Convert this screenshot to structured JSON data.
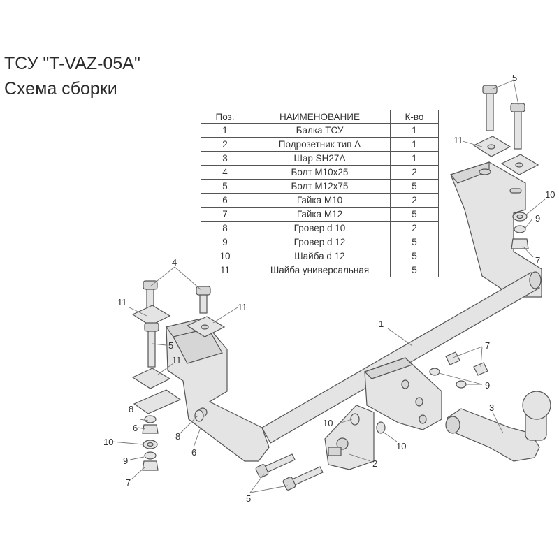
{
  "title": "ТСУ \"T-VAZ-05A\"",
  "subtitle": "Схема сборки",
  "parts_table": {
    "headers": [
      "Поз.",
      "НАИМЕНОВАНИЕ",
      "К-во"
    ],
    "rows": [
      [
        "1",
        "Балка ТСУ",
        "1"
      ],
      [
        "2",
        "Подрозетник тип А",
        "1"
      ],
      [
        "3",
        "Шар SH27A",
        "1"
      ],
      [
        "4",
        "Болт М10х25",
        "2"
      ],
      [
        "5",
        "Болт М12х75",
        "5"
      ],
      [
        "6",
        "Гайка М10",
        "2"
      ],
      [
        "7",
        "Гайка М12",
        "5"
      ],
      [
        "8",
        "Гровер d 10",
        "2"
      ],
      [
        "9",
        "Гровер d 12",
        "5"
      ],
      [
        "10",
        "Шайба d 12",
        "5"
      ],
      [
        "11",
        "Шайба универсальная",
        "5"
      ]
    ]
  },
  "callouts": {
    "c1": "1",
    "c2": "2",
    "c3": "3",
    "c4": "4",
    "c5a": "5",
    "c5b": "5",
    "c5c": "5",
    "c6a": "6",
    "c6b": "6",
    "c7a": "7",
    "c7b": "7",
    "c7c": "7",
    "c8a": "8",
    "c8b": "8",
    "c9a": "9",
    "c9b": "9",
    "c9c": "9",
    "c10a": "10",
    "c10b": "10",
    "c10c": "10",
    "c10d": "10",
    "c11a": "11",
    "c11b": "11",
    "c11c": "11",
    "c11d": "11"
  },
  "colors": {
    "metal": "#e4e4e4",
    "outline": "#555555",
    "text": "#333333"
  }
}
